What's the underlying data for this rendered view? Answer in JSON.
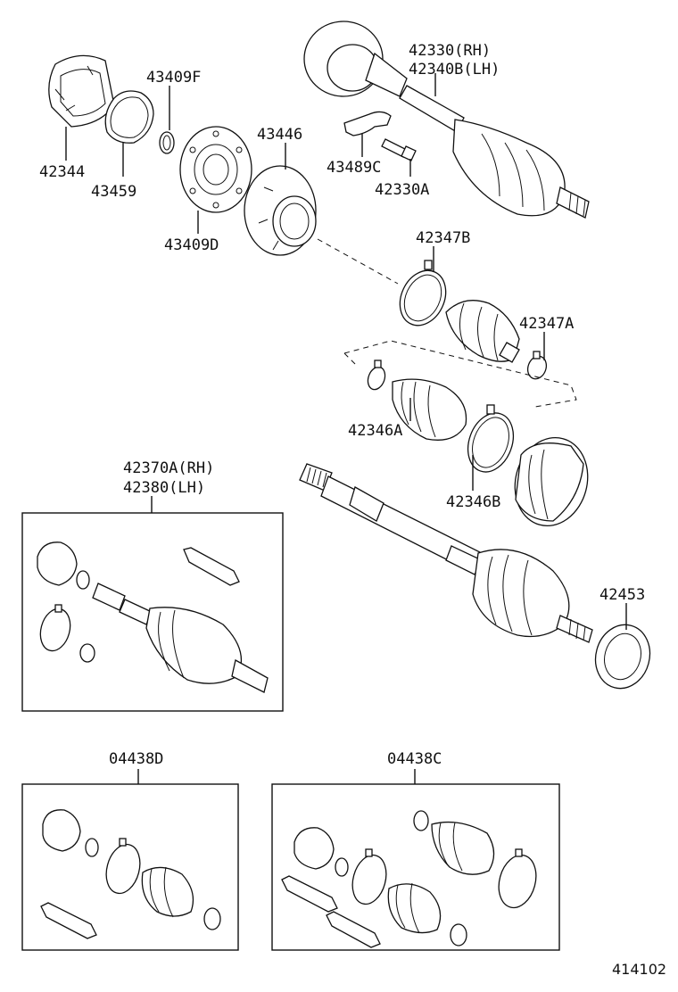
{
  "parts": {
    "p42344": "42344",
    "p43459": "43459",
    "p43409F": "43409F",
    "p43409D": "43409D",
    "p43446": "43446",
    "p42330RH": "42330(RH)",
    "p42340BLH": "42340B(LH)",
    "p43489C": "43489C",
    "p42330A": "42330A",
    "p42347B": "42347B",
    "p42347A": "42347A",
    "p42346A": "42346A",
    "p42346B": "42346B",
    "p42370ARH": "42370A(RH)",
    "p42380LH": "42380(LH)",
    "p42453": "42453",
    "p04438D": "04438D",
    "p04438C": "04438C"
  },
  "figure_code": "414102"
}
